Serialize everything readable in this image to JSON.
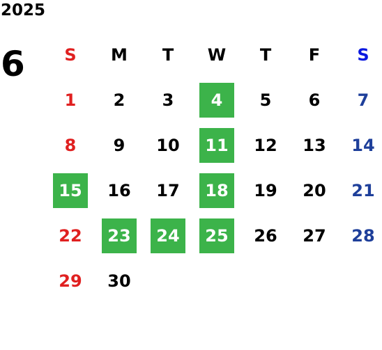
{
  "year": "2025",
  "month": "6",
  "weekdays": [
    "S",
    "M",
    "T",
    "W",
    "T",
    "F",
    "S"
  ],
  "weeks": [
    [
      "",
      "",
      "",
      "",
      "",
      "",
      ""
    ],
    [
      "1",
      "2",
      "3",
      "4",
      "5",
      "6",
      "7"
    ],
    [
      "8",
      "9",
      "10",
      "11",
      "12",
      "13",
      "14"
    ],
    [
      "15",
      "16",
      "17",
      "18",
      "19",
      "20",
      "21"
    ],
    [
      "22",
      "23",
      "24",
      "25",
      "26",
      "27",
      "28"
    ],
    [
      "29",
      "30",
      "",
      "",
      "",
      "",
      ""
    ]
  ],
  "highlighted_days": [
    "4",
    "11",
    "15",
    "18",
    "23",
    "24",
    "25"
  ],
  "colors": {
    "highlight": "#3cb34a",
    "sunday": "#e02020",
    "saturday_header": "#0a18e0",
    "saturday": "#1e3f9a"
  }
}
